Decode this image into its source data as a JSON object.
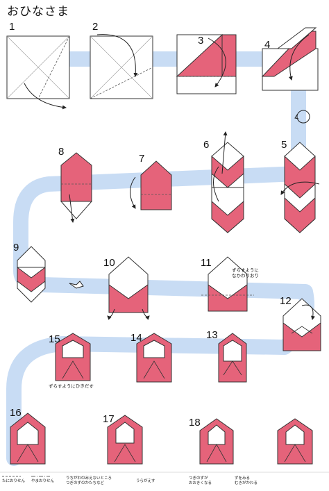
{
  "title": "おひなさま",
  "colors": {
    "paper_pink": "#e5637a",
    "paper_white": "#ffffff",
    "path_blue": "#c8dcf4",
    "line": "#333333"
  },
  "steps": [
    "1",
    "2",
    "3",
    "4",
    "5",
    "6",
    "7",
    "8",
    "9",
    "10",
    "11",
    "12",
    "13",
    "14",
    "15",
    "16",
    "17",
    "18"
  ],
  "notes": {
    "step11": "ずらすように\nなかわりおり",
    "step15": "ずらすようにひきだす"
  },
  "legend": {
    "valley_fold": "たにおりせん",
    "mountain_fold": "やまおりせん",
    "hidden_line": "うちがわのみえないところ\nつぎのずのかたちなど",
    "turn_over": "うらがえす",
    "next_fold": "つぎのずが\nおおきくなる",
    "rotate": "ずをみる\nむきがかわる"
  }
}
